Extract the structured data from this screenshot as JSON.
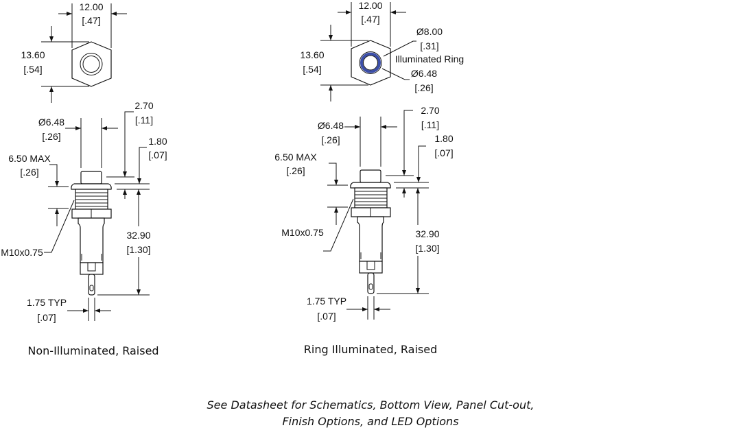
{
  "drawings": [
    {
      "caption": "Non-Illuminated, Raised",
      "hex_width": "12.00",
      "hex_width_in": "[.47]",
      "hex_height": "13.60",
      "hex_height_in": "[.54]",
      "button_dia": "Ø6.48",
      "button_dia_in": "[.26]",
      "button_height": "2.70",
      "button_height_in": "[.11]",
      "flange": "1.80",
      "flange_in": "[.07]",
      "panel_max": "6.50 MAX",
      "panel_max_in": "[.26]",
      "length": "32.90",
      "length_in": "[1.30]",
      "thread": "M10x0.75",
      "pin": "1.75 TYP",
      "pin_in": "[.07]"
    },
    {
      "caption": "Ring Illuminated, Raised",
      "hex_width": "12.00",
      "hex_width_in": "[.47]",
      "hex_height": "13.60",
      "hex_height_in": "[.54]",
      "ring_outer": "Ø8.00",
      "ring_outer_in": "[.31]",
      "ring_label": "Illuminated Ring",
      "ring_inner": "Ø6.48",
      "ring_inner_in": "[.26]",
      "button_dia": "Ø6.48",
      "button_dia_in": "[.26]",
      "button_height": "2.70",
      "button_height_in": "[.11]",
      "flange": "1.80",
      "flange_in": "[.07]",
      "panel_max": "6.50 MAX",
      "panel_max_in": "[.26]",
      "length": "32.90",
      "length_in": "[1.30]",
      "thread": "M10x0.75",
      "pin": "1.75 TYP",
      "pin_in": "[.07]"
    }
  ],
  "note": {
    "line1": "See Datasheet for Schematics, Bottom View, Panel Cut-out,",
    "line2": "Finish Options, and LED Options"
  },
  "colors": {
    "ring": "#3b4ea8",
    "line": "#111111"
  }
}
